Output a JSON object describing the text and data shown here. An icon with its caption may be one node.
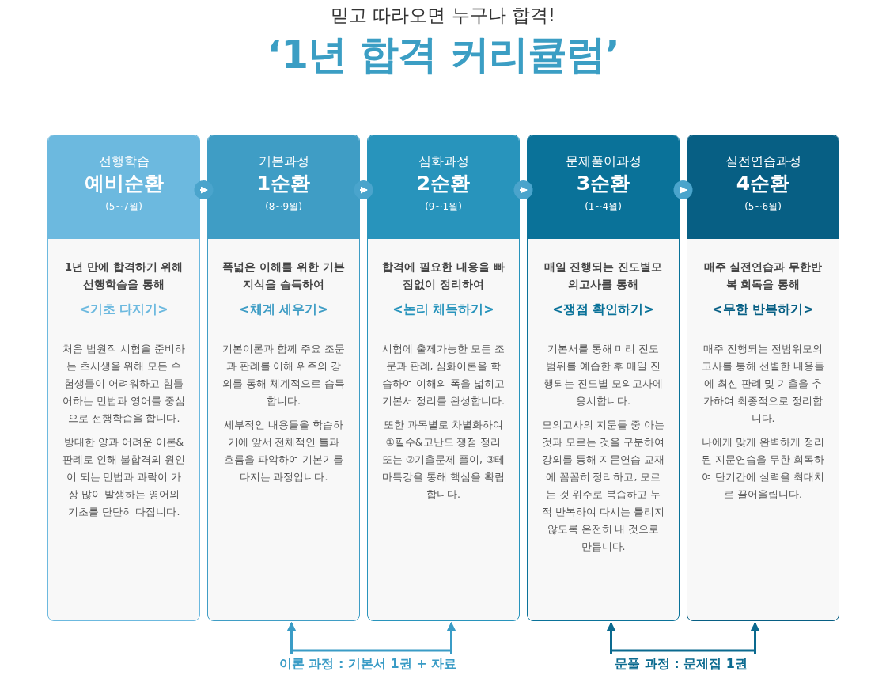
{
  "diagram": {
    "title": "‘1년 합격 커리큘럼’",
    "labels": [
      "믿고 따라오면 누구나 합격!"
    ],
    "nodes": [
      {
        "text": [
          "선행학습",
          "예비순환",
          "(5~7월)",
          "1년 만에 합격하기 위해 선행학습을 통해",
          "<기초 다지기>",
          "처음 법원직 시험을 준비하는 초시생을 위해 모든 수험생들이 어려워하고 힘들어하는 민법과 영어를 중심으로 선행학습을 합니다.",
          "방대한 양과 어려운 이론& 판례로 인해 불합격의 원인이 되는 민법과 과락이 가장 많이 발생하는 영어의 기초를 단단히 다집니다."
        ]
      },
      {
        "text": [
          "기본과정",
          "1순환",
          "(8~9월)",
          "폭넓은 이해를 위한 기본 지식을 습득하여",
          "<체계 세우기>",
          "기본이론과 함께 주요 조문과 판례를 이해 위주의 강의를 통해 체계적으로 습득합니다.",
          "세부적인 내용들을 학습하기에 앞서 전체적인 틀과 흐름을 파악하여 기본기를 다지는 과정입니다."
        ]
      },
      {
        "text": [
          "심화과정",
          "2순환",
          "(9~1월)",
          "합격에 필요한 내용을 빠짐없이 정리하여",
          "<논리 체득하기>",
          "시험에 출제가능한 모든 조문과 판례, 심화이론을 학습하여 이해의 폭을 넓히고 기본서 정리를 완성합니다.",
          "또한 과목별로 차별화하여 ①필수&고난도 쟁점 정리 또는 ②기출문제 풀이, ③테마특강을 통해 핵심을 확립합니다."
        ]
      },
      {
        "text": [
          "문제풀이과정",
          "3순환",
          "(1~4월)",
          "매일 진행되는 진도별모의고사를 통해",
          "<쟁점 확인하기>",
          "기본서를 통해 미리 진도 범위를 예습한 후 매일 진행되는 진도별 모의고사에 응시합니다.",
          "모의고사의 지문들 중 아는 것과 모르는 것을 구분하여 강의를 통해 지문연습 교재에 꼼꼼히 정리하고, 모르는 것 위주로 복습하고 누적 반복하여 다시는 틀리지 않도록 온전히 내 것으로 만듭니다."
        ]
      },
      {
        "text": [
          "실전연습과정",
          "4순환",
          "(5~6월)",
          "매주 실전연습과 무한반복 회독을 통해",
          "<무한 반복하기>",
          "매주 진행되는 전범위모의고사를 통해 선별한 내용들에 최신 판례 및 기출을 추가하여 최종적으로 정리합니다.",
          "나에게 맞게 완벽하게 정리된 지문연습을 무한 회독하여 단기간에 실력을 최대치로 끌어올립니다."
        ]
      },
      {
        "text": [
          "이론 과정 : 기본서 1권 + 자료"
        ]
      },
      {
        "text": [
          "문풀 과정 : 문제집 1권"
        ]
      }
    ],
    "edges": [
      {
        "from": 0,
        "to": 1,
        "arrow": "to"
      },
      {
        "from": 1,
        "to": 2,
        "arrow": "to"
      },
      {
        "from": 2,
        "to": 3,
        "arrow": "to"
      },
      {
        "from": 3,
        "to": 4,
        "arrow": "to"
      },
      {
        "from": 5,
        "to": 1,
        "arrow": "to",
        "color": "#3a9cc6"
      },
      {
        "from": 5,
        "to": 2,
        "arrow": "to",
        "color": "#3a9cc6"
      },
      {
        "from": 6,
        "to": 3,
        "arrow": "to",
        "color": "#0b6a8f"
      },
      {
        "from": 6,
        "to": 4,
        "arrow": "to",
        "color": "#0b6a8f"
      }
    ]
  }
}
